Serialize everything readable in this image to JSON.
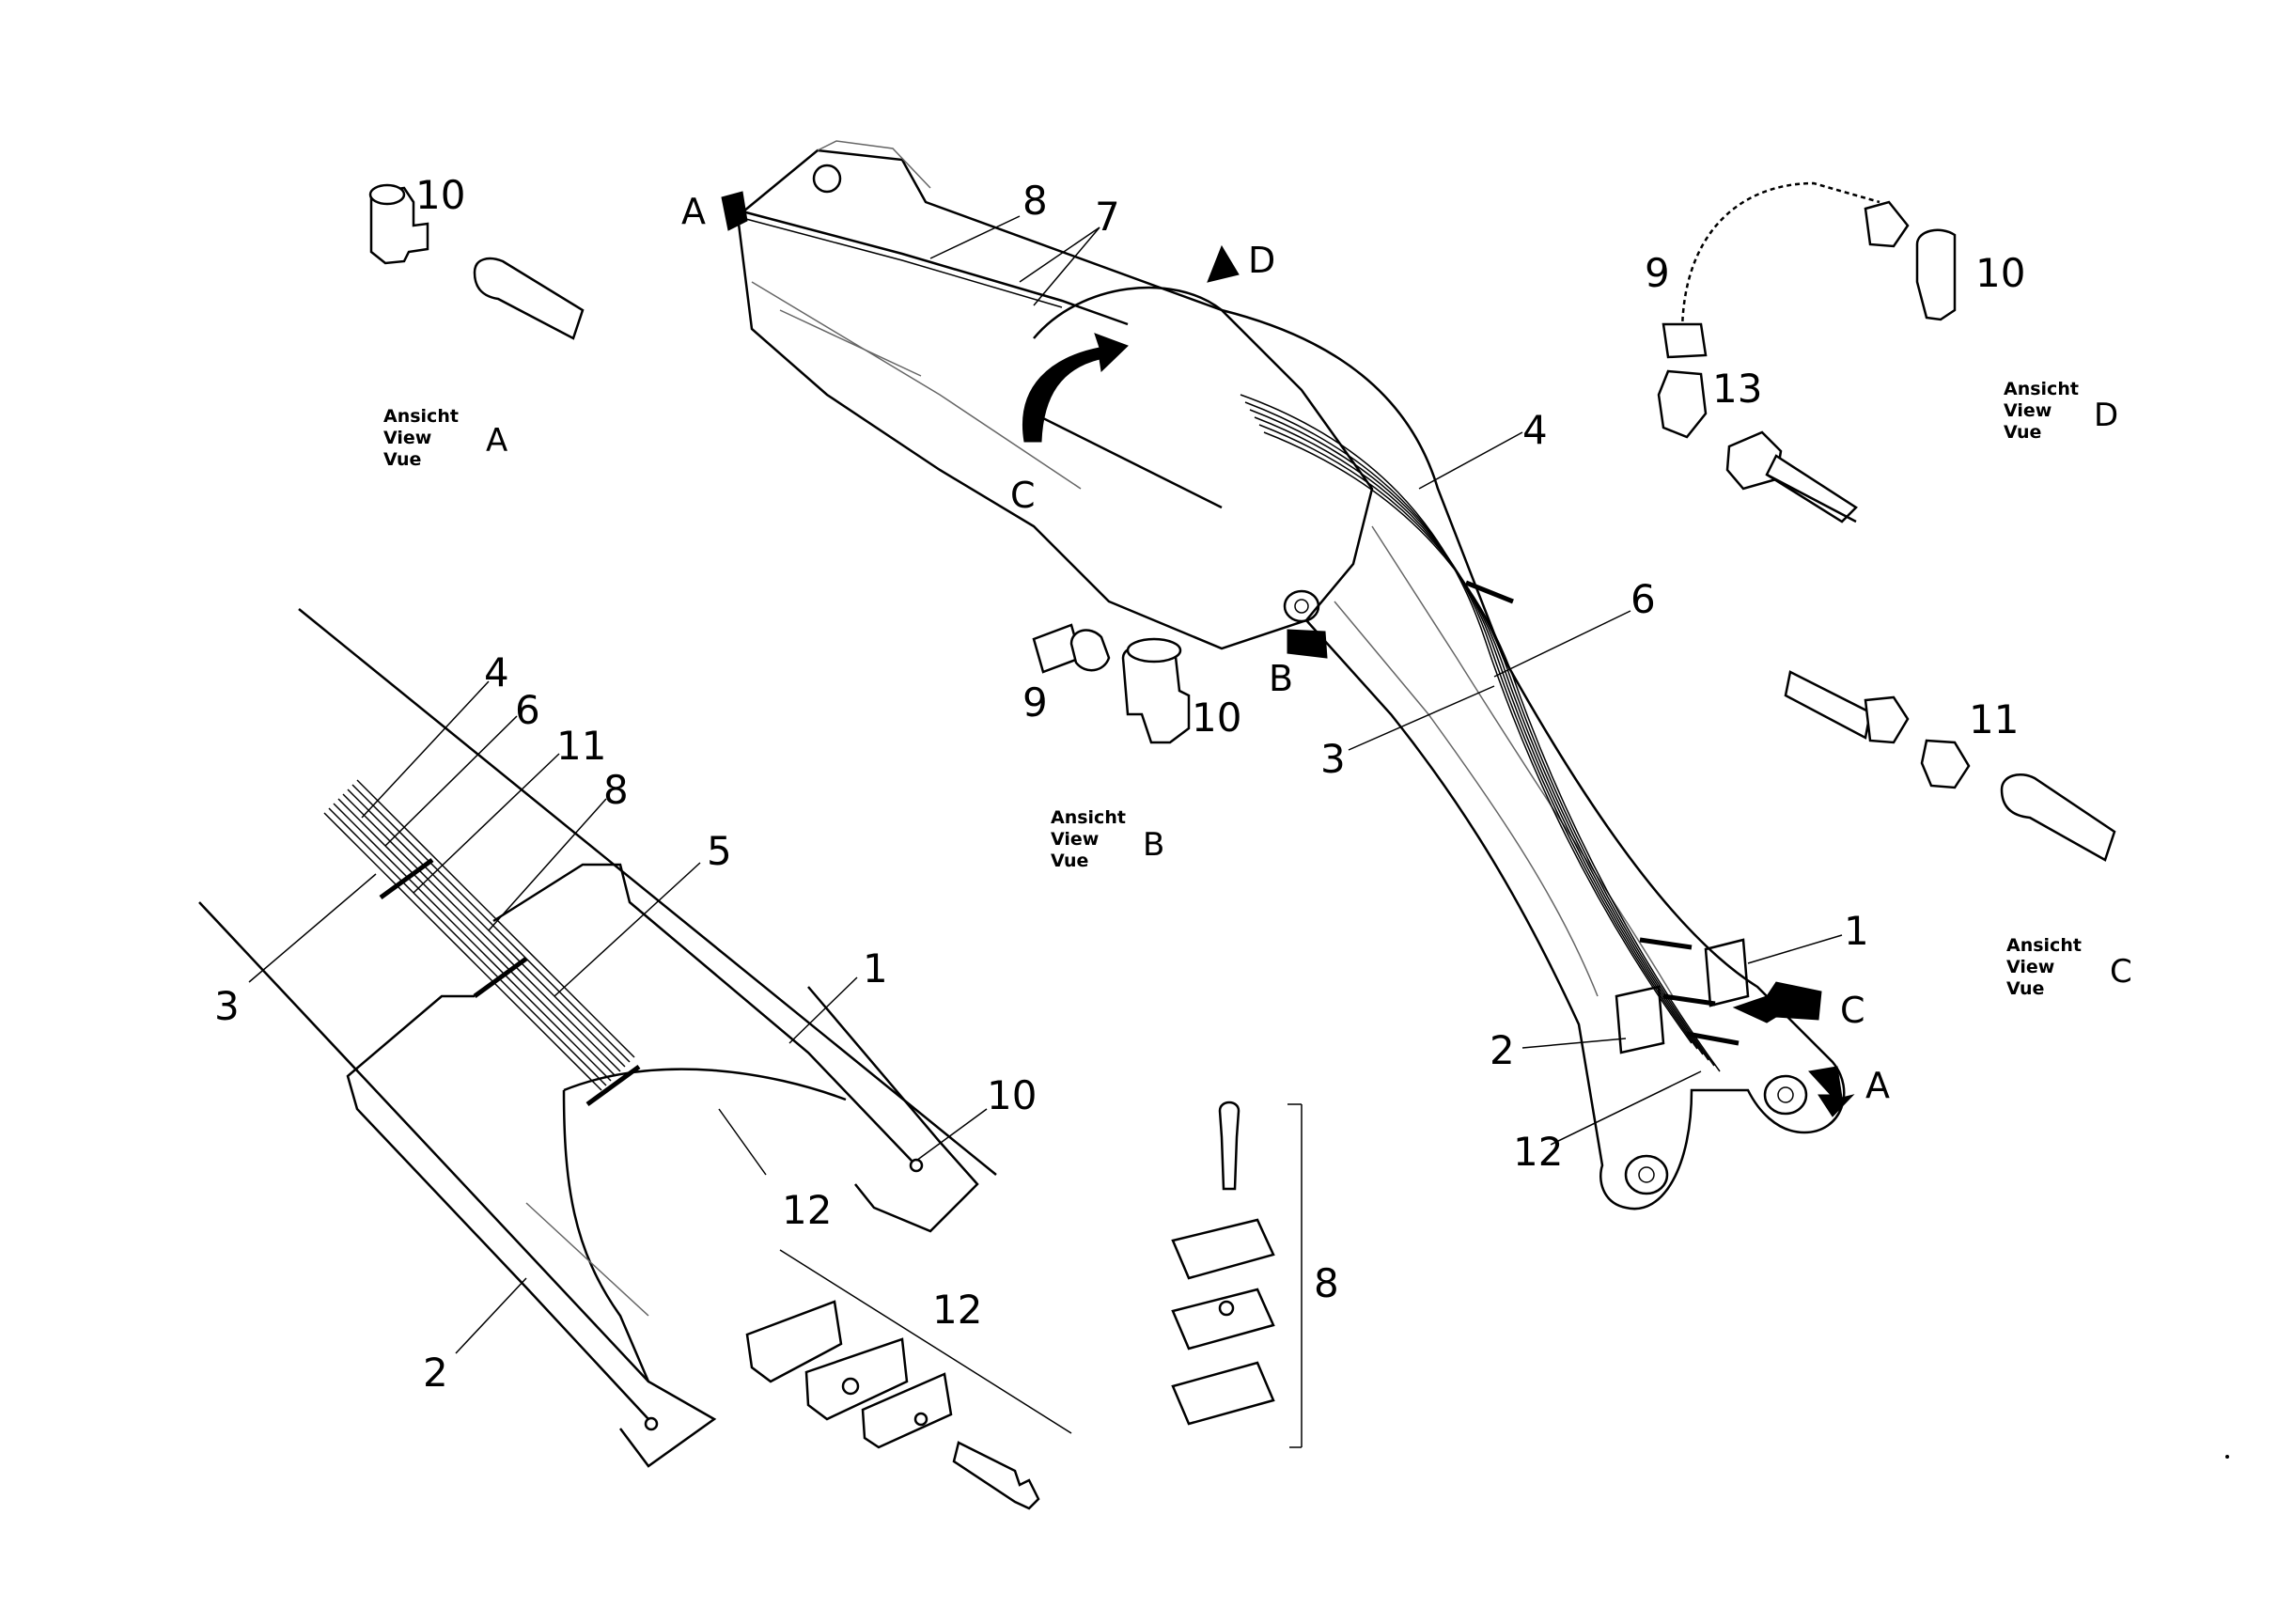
{
  "callouts": {
    "c1_left": "1",
    "c2_left": "2",
    "c3_left": "3",
    "c4_left": "4",
    "c5_left": "5",
    "c6_left": "6",
    "c8_left": "8",
    "c10_left": "10",
    "c11_left": "11",
    "c12_left": "12",
    "c1_right": "1",
    "c2_right": "2",
    "c3_right": "3",
    "c4_right": "4",
    "c6_right": "6",
    "c7_top": "7",
    "c8_top": "8",
    "c12_right": "12",
    "c10_viewA": "10",
    "c9_viewB": "9",
    "c10_viewB": "10",
    "c9_viewD": "9",
    "c10_viewD": "10",
    "c13_viewD": "13",
    "c11_viewC": "11",
    "c12_clamp": "12",
    "c8_clamp": "8"
  },
  "arrows": {
    "a_top": "A",
    "d_top": "D",
    "c_mid": "C",
    "b_mid": "B",
    "c_right": "C",
    "a_right": "A"
  },
  "views": {
    "A": {
      "line1": "Ansicht",
      "line2": "View",
      "line3": "Vue",
      "letter": "A"
    },
    "B": {
      "line1": "Ansicht",
      "line2": "View",
      "line3": "Vue",
      "letter": "B"
    },
    "C": {
      "line1": "Ansicht",
      "line2": "View",
      "line3": "Vue",
      "letter": "C"
    },
    "D": {
      "line1": "Ansicht",
      "line2": "View",
      "line3": "Vue",
      "letter": "D"
    }
  }
}
